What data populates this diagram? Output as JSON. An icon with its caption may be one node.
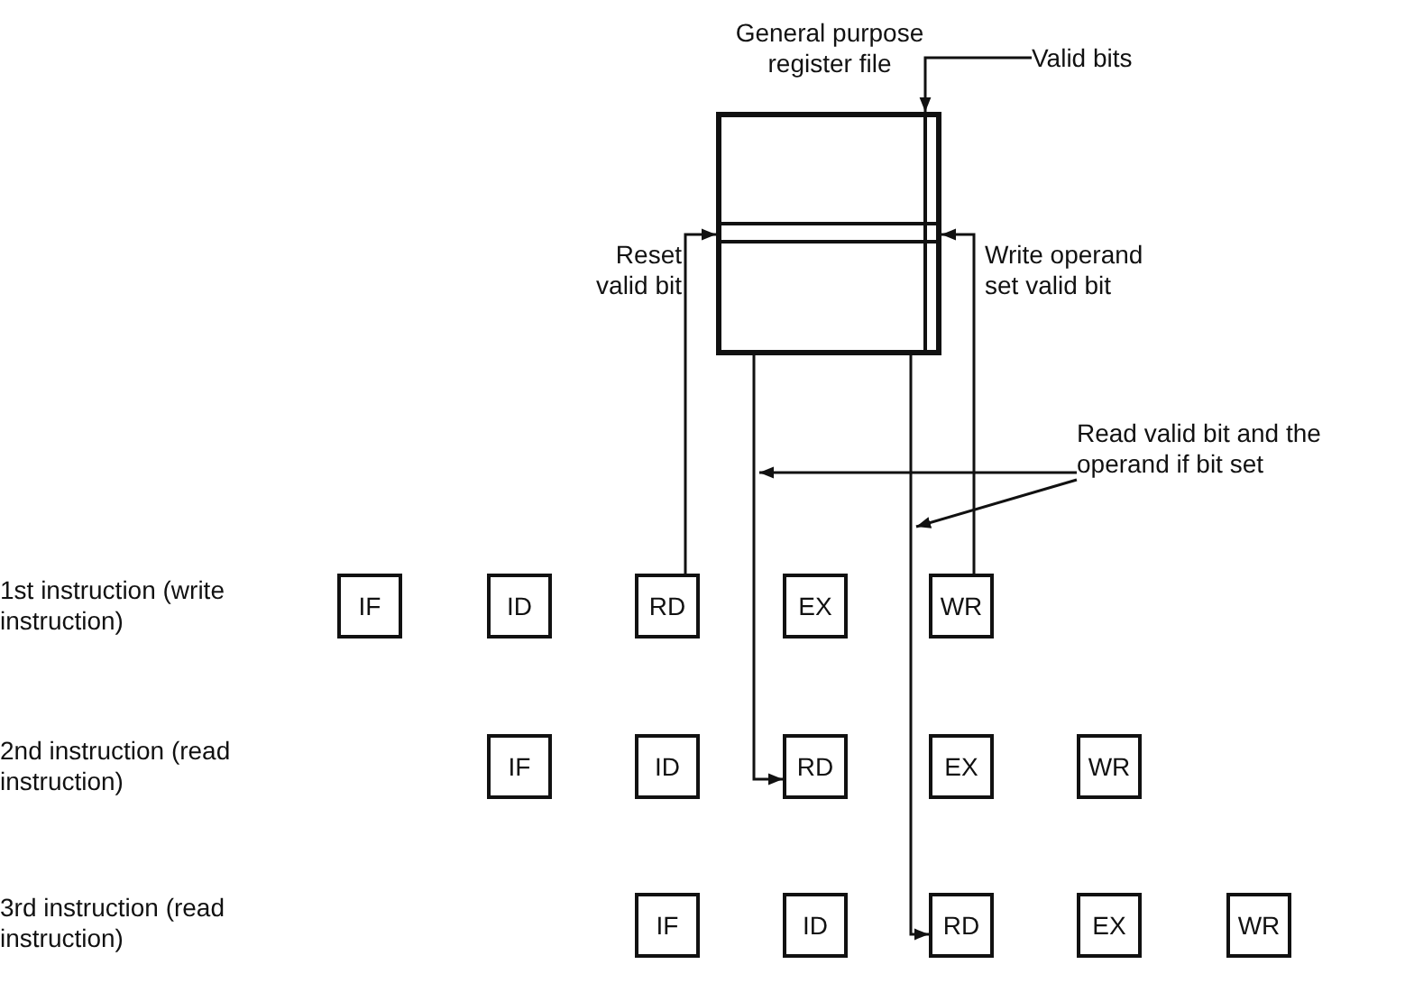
{
  "diagram": {
    "nodes": [
      {
        "text": [
          "General purpose register file"
        ]
      },
      {
        "text": [
          "Valid bits"
        ]
      },
      {
        "text": [
          "Read valid bit and the operand if bit set"
        ]
      },
      {
        "text": [
          "IF"
        ]
      },
      {
        "text": [
          "ID"
        ]
      },
      {
        "text": [
          "RD"
        ]
      },
      {
        "text": [
          "EX"
        ]
      },
      {
        "text": [
          "WR"
        ]
      },
      {
        "text": [
          "IF"
        ]
      },
      {
        "text": [
          "ID"
        ]
      },
      {
        "text": [
          "RD"
        ]
      },
      {
        "text": [
          "EX"
        ]
      },
      {
        "text": [
          "WR"
        ]
      },
      {
        "text": [
          "IF"
        ]
      },
      {
        "text": [
          "ID"
        ]
      },
      {
        "text": [
          "RD"
        ]
      },
      {
        "text": [
          "EX"
        ]
      },
      {
        "text": [
          "WR"
        ]
      }
    ],
    "edges": [
      {
        "from": 1,
        "to": 0,
        "arrow": "to"
      },
      {
        "from": 5,
        "to": 0,
        "arrow": "to",
        "label": "Reset valid bit"
      },
      {
        "from": 7,
        "to": 0,
        "arrow": "to",
        "label": "Write operand set valid bit"
      },
      {
        "from": 0,
        "to": 10,
        "arrow": "to"
      },
      {
        "from": 0,
        "to": 15,
        "arrow": "to"
      },
      {
        "from": 2,
        "to": null,
        "arrow": "to"
      },
      {
        "from": 2,
        "to": null,
        "arrow": "to"
      }
    ],
    "labels": [
      "1st instruction (write instruction)",
      "2nd instruction (read instruction)",
      "3rd instruction (read instruction)"
    ]
  }
}
